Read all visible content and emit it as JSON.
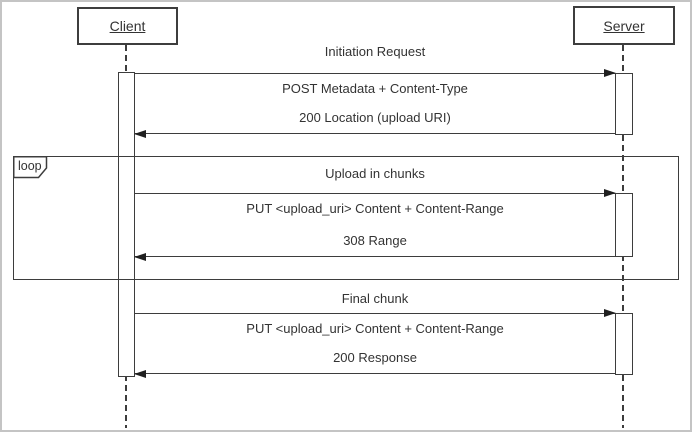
{
  "diagram": {
    "type": "uml-sequence-diagram",
    "actors": [
      {
        "id": "client",
        "label": "Client"
      },
      {
        "id": "server",
        "label": "Server"
      }
    ],
    "loop": {
      "label": "loop"
    },
    "interactions": [
      {
        "title": "Initiation Request",
        "request": "POST Metadata + Content-Type",
        "response": "200 Location (upload URI)",
        "from": "Client",
        "to": "Server",
        "in_loop": false
      },
      {
        "title": "Upload in chunks",
        "request": "PUT <upload_uri> Content + Content-Range",
        "response": "308 Range",
        "from": "Client",
        "to": "Server",
        "in_loop": true
      },
      {
        "title": "Final chunk",
        "request": "PUT <upload_uri> Content + Content-Range",
        "response": "200 Response",
        "from": "Client",
        "to": "Server",
        "in_loop": false
      }
    ],
    "colors": {
      "stroke": "#3d3d3d",
      "text": "#333333",
      "arrowhead": "#1f1f1f",
      "frame_border": "#c4c4c4",
      "background": "#ffffff"
    }
  }
}
